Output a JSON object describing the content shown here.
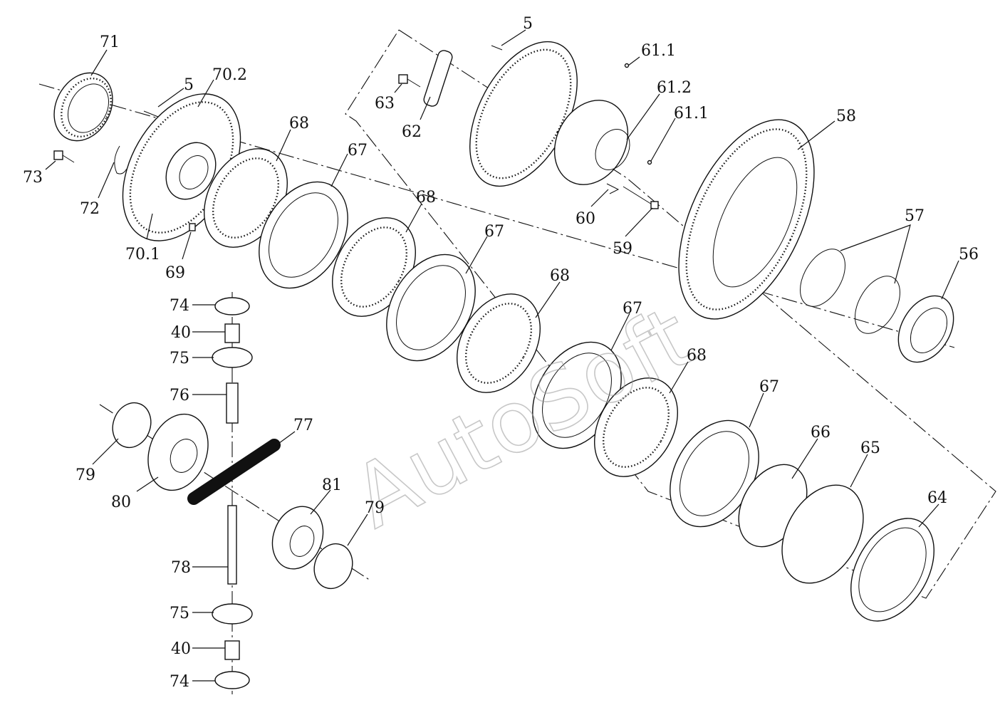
{
  "watermark": "AutoSoft",
  "callouts": [
    {
      "id": "71",
      "text": "71"
    },
    {
      "id": "5a",
      "text": "5"
    },
    {
      "id": "70_2",
      "text": "70.2"
    },
    {
      "id": "73",
      "text": "73"
    },
    {
      "id": "72",
      "text": "72"
    },
    {
      "id": "70_1",
      "text": "70.1"
    },
    {
      "id": "69",
      "text": "69"
    },
    {
      "id": "68a",
      "text": "68"
    },
    {
      "id": "67a",
      "text": "67"
    },
    {
      "id": "68b",
      "text": "68"
    },
    {
      "id": "67b",
      "text": "67"
    },
    {
      "id": "68c",
      "text": "68"
    },
    {
      "id": "67c",
      "text": "67"
    },
    {
      "id": "68d",
      "text": "68"
    },
    {
      "id": "67d",
      "text": "67"
    },
    {
      "id": "5b",
      "text": "5"
    },
    {
      "id": "63",
      "text": "63"
    },
    {
      "id": "62",
      "text": "62"
    },
    {
      "id": "61_1a",
      "text": "61.1"
    },
    {
      "id": "61_2",
      "text": "61.2"
    },
    {
      "id": "61_1b",
      "text": "61.1"
    },
    {
      "id": "58",
      "text": "58"
    },
    {
      "id": "60",
      "text": "60"
    },
    {
      "id": "59",
      "text": "59"
    },
    {
      "id": "57",
      "text": "57"
    },
    {
      "id": "56",
      "text": "56"
    },
    {
      "id": "66",
      "text": "66"
    },
    {
      "id": "65",
      "text": "65"
    },
    {
      "id": "64",
      "text": "64"
    },
    {
      "id": "74a",
      "text": "74"
    },
    {
      "id": "40a",
      "text": "40"
    },
    {
      "id": "75a",
      "text": "75"
    },
    {
      "id": "76",
      "text": "76"
    },
    {
      "id": "77",
      "text": "77"
    },
    {
      "id": "79a",
      "text": "79"
    },
    {
      "id": "80",
      "text": "80"
    },
    {
      "id": "81",
      "text": "81"
    },
    {
      "id": "79b",
      "text": "79"
    },
    {
      "id": "78",
      "text": "78"
    },
    {
      "id": "75b",
      "text": "75"
    },
    {
      "id": "40b",
      "text": "40"
    },
    {
      "id": "74b",
      "text": "74"
    }
  ]
}
